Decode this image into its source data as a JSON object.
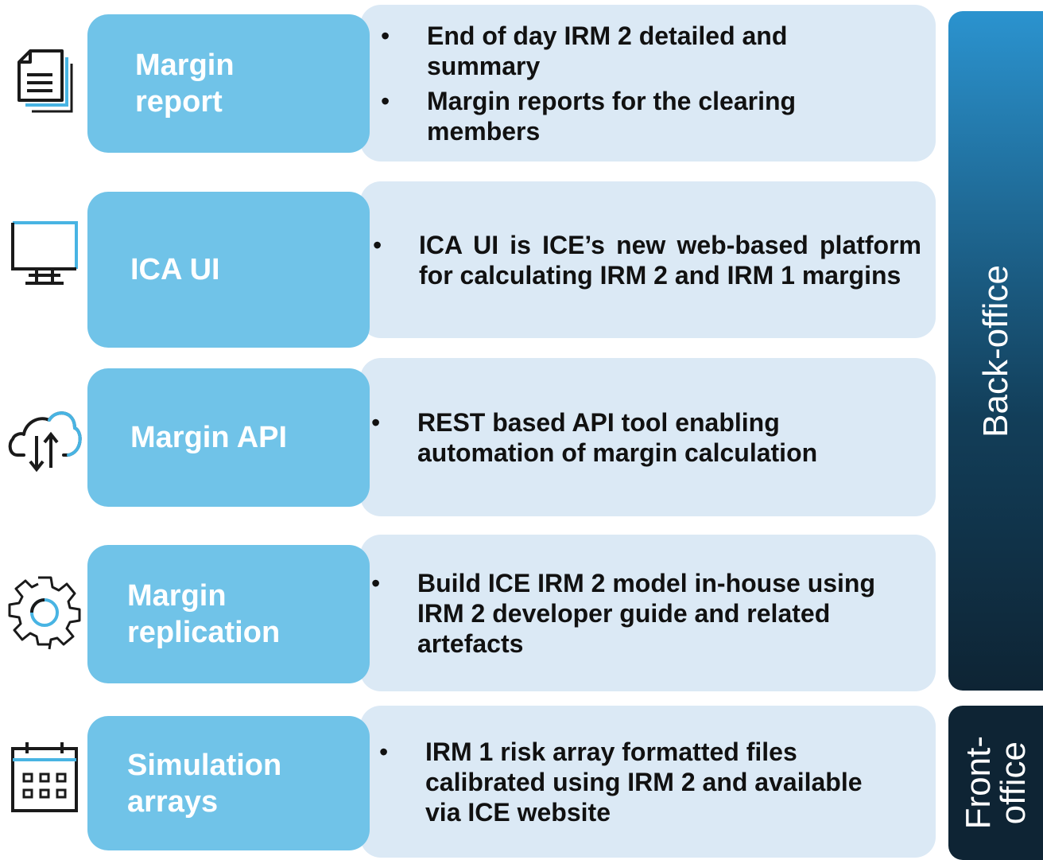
{
  "rows": [
    {
      "label": "Margin\nreport",
      "icon": "document-icon",
      "bullets": [
        "End of day IRM 2 detailed and summary",
        "Margin reports for the clearing members"
      ]
    },
    {
      "label": "ICA UI",
      "icon": "monitor-icon",
      "bullets": [
        "ICA UI is ICE’s new web-based platform for calculating IRM 2 and IRM 1 margins"
      ]
    },
    {
      "label": "Margin API",
      "icon": "cloud-sync-icon",
      "bullets": [
        "REST based API tool enabling automation of margin calculation"
      ]
    },
    {
      "label": "Margin\nreplication",
      "icon": "gear-icon",
      "bullets": [
        "Build ICE IRM 2 model in-house using IRM 2 developer guide and related artefacts"
      ]
    },
    {
      "label": "Simulation\narrays",
      "icon": "calendar-icon",
      "bullets": [
        "IRM 1 risk array formatted files calibrated using IRM 2 and available via ICE website"
      ]
    }
  ],
  "sidebar": {
    "back_office": "Back-office",
    "front_office": "Front-\noffice"
  },
  "colors": {
    "tile": "#70c3e8",
    "panel": "#dbe9f5",
    "icon_dark": "#1a1a1a",
    "icon_accent": "#48b4e3",
    "side_dark": "#0e2434",
    "side_light": "#2b93cf"
  }
}
